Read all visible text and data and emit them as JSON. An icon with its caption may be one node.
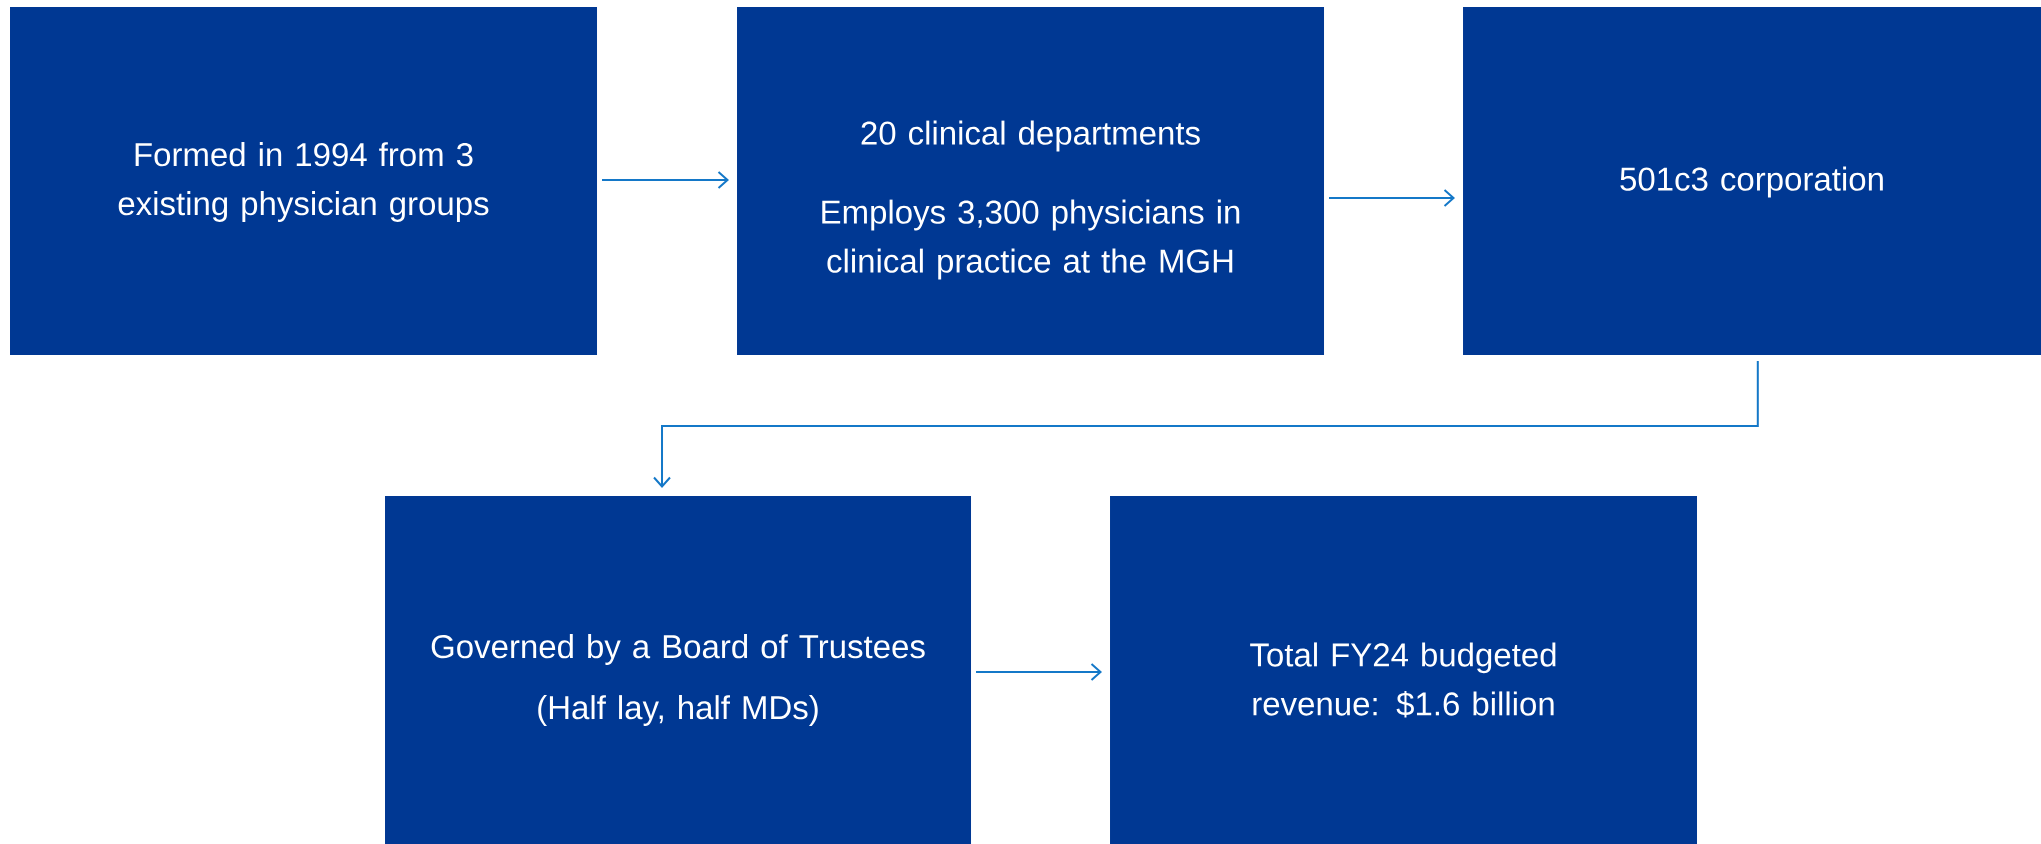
{
  "diagram": {
    "nodes": [
      {
        "text": [
          "Formed in 1994 from 3 existing physician groups"
        ]
      },
      {
        "text": [
          "20 clinical departments",
          "Employs 3,300 physicians in clinical practice at the MGH"
        ]
      },
      {
        "text": [
          "501c3 corporation"
        ]
      },
      {
        "text": [
          "Governed by a Board of Trustees",
          "(Half lay, half MDs)"
        ]
      },
      {
        "text": [
          "Total FY24 budgeted revenue: $1.6 billion"
        ]
      }
    ],
    "edges": [
      {
        "from": 0,
        "to": 1,
        "arrow": "to"
      },
      {
        "from": 1,
        "to": 2,
        "arrow": "to"
      },
      {
        "from": 2,
        "to": 3,
        "arrow": "to"
      },
      {
        "from": 3,
        "to": 4,
        "arrow": "to"
      }
    ]
  }
}
